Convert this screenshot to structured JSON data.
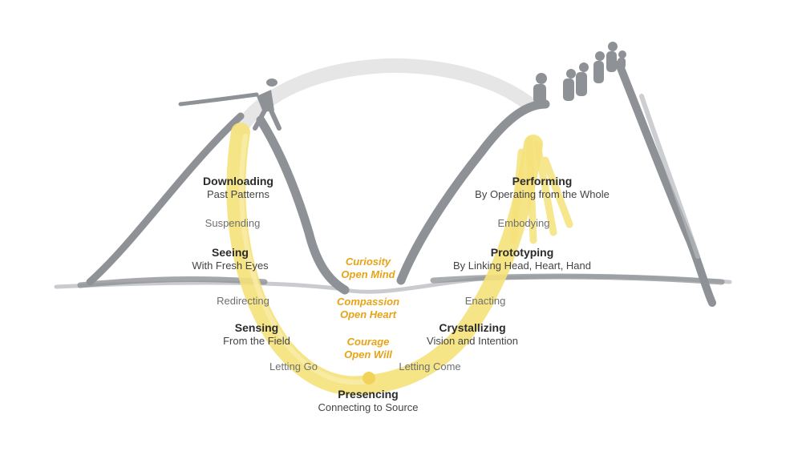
{
  "colors": {
    "accent_yellow": "#f5e27a",
    "quality_text": "#e8a317",
    "mountain_gray": "#8e9196",
    "arc_gray": "#e6e6e6"
  },
  "stages": {
    "downloading": {
      "title": "Downloading",
      "subtitle": "Past Patterns"
    },
    "seeing": {
      "title": "Seeing",
      "subtitle": "With Fresh Eyes"
    },
    "sensing": {
      "title": "Sensing",
      "subtitle": "From the Field"
    },
    "presencing": {
      "title": "Presencing",
      "subtitle": "Connecting to Source"
    },
    "crystallizing": {
      "title": "Crystallizing",
      "subtitle": "Vision and Intention"
    },
    "prototyping": {
      "title": "Prototyping",
      "subtitle": "By Linking Head, Heart, Hand"
    },
    "performing": {
      "title": "Performing",
      "subtitle": "By Operating from the Whole"
    }
  },
  "transitions": {
    "suspending": "Suspending",
    "redirecting": "Redirecting",
    "letting_go": "Letting Go",
    "letting_come": "Letting Come",
    "enacting": "Enacting",
    "embodying": "Embodying"
  },
  "qualities": {
    "curiosity": {
      "line1": "Curiosity",
      "line2": "Open Mind"
    },
    "compassion": {
      "line1": "Compassion",
      "line2": "Open Heart"
    },
    "courage": {
      "line1": "Courage",
      "line2": "Open Will"
    }
  }
}
